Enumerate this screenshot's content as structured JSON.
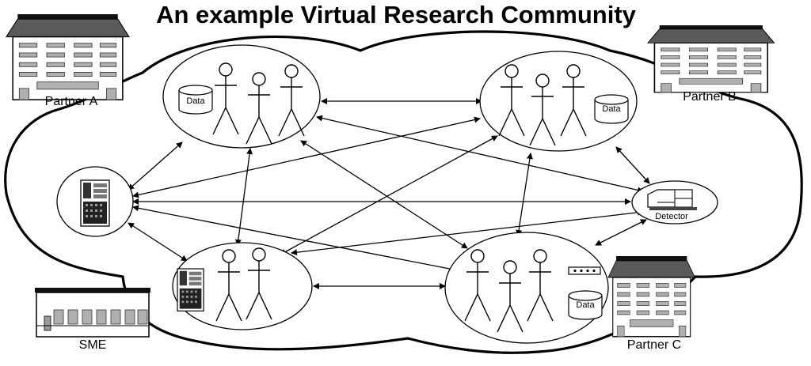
{
  "title": "An example Virtual Research Community",
  "organizations": {
    "partner_a": "Partner A",
    "partner_b": "Partner B",
    "partner_c": "Partner C",
    "sme": "SME"
  },
  "node_labels": {
    "data": "Data",
    "detector": "Detector"
  },
  "colors": {
    "foreground": "#000000",
    "background": "#ffffff",
    "building_roof": "#555555",
    "building_window": "#b0b0b0"
  },
  "icons": [
    "building-icon",
    "person-icon",
    "database-icon",
    "server-icon",
    "detector-icon",
    "network-switch-icon"
  ]
}
